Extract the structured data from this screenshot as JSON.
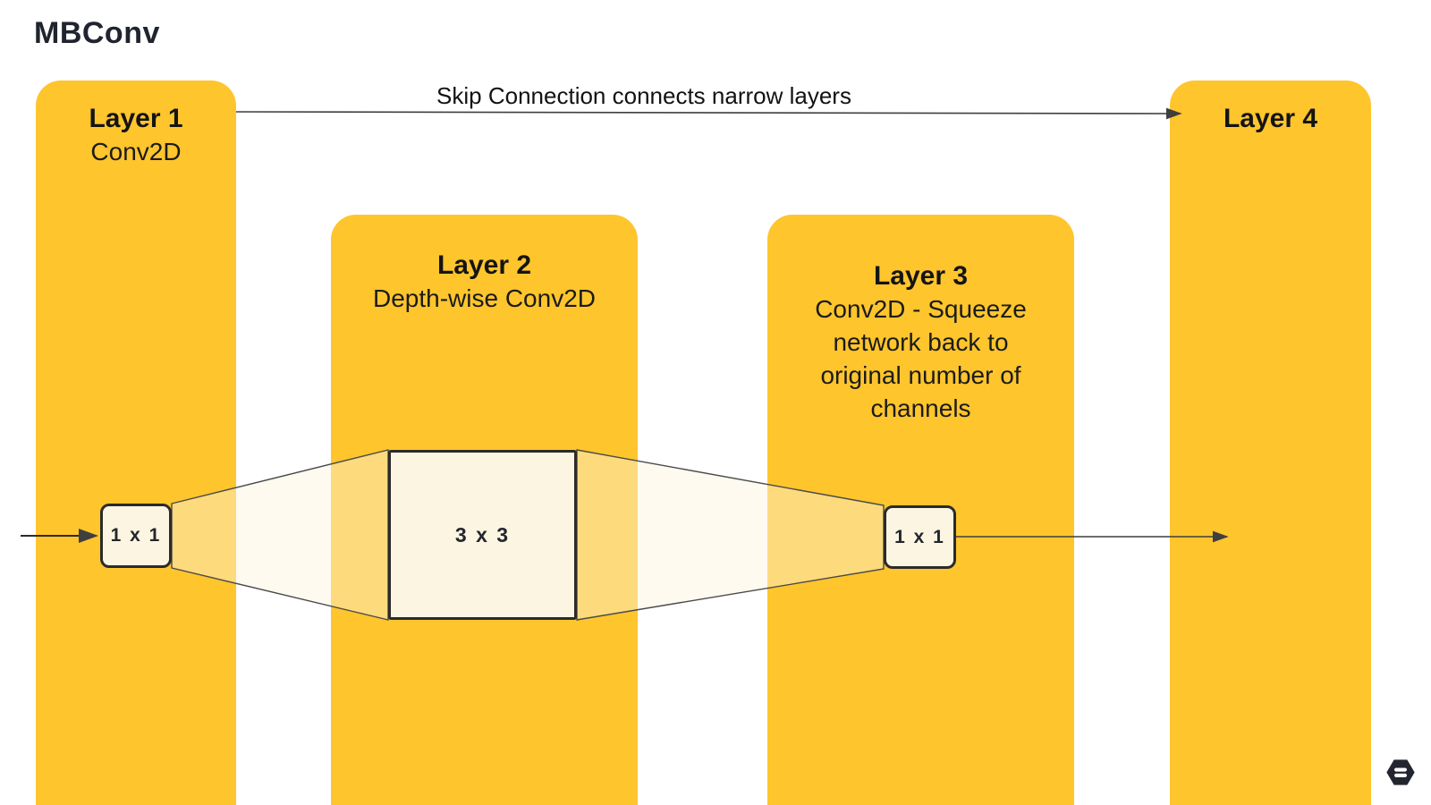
{
  "title": "MBConv",
  "skip_connection": {
    "label": "Skip Connection connects narrow layers"
  },
  "layers": [
    {
      "name": "Layer 1",
      "desc_lines": [
        "Conv2D"
      ]
    },
    {
      "name": "Layer 2",
      "desc_lines": [
        "Depth-wise Conv2D"
      ]
    },
    {
      "name": "Layer 3",
      "desc_lines": [
        "Conv2D - Squeeze",
        "network back to",
        "original number of",
        "channels"
      ]
    },
    {
      "name": "Layer 4",
      "desc_lines": []
    }
  ],
  "kernel_boxes": {
    "expand": "1 x 1",
    "depthwise": "3 x 3",
    "squeeze": "1 x 1"
  },
  "colors": {
    "column_yellow": "#FEC52D",
    "box_cream": "#FCF5E1",
    "trapezoid_fill": "rgba(253,245,221,0.45)",
    "ink": "#20242E",
    "arrow": "#3f3f3f"
  },
  "logo": {
    "icon": "hexagon-logo"
  }
}
